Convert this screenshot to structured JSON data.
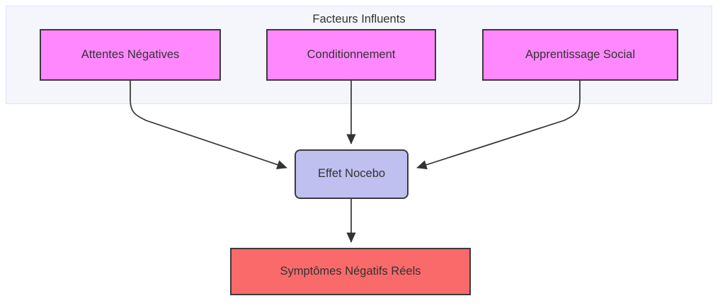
{
  "diagram": {
    "title_visible": false,
    "background": "#ffffff",
    "cluster": {
      "label": "Facteurs Influents",
      "fill": "#f4f6fb",
      "stroke": "#dfe5f6"
    },
    "nodes": [
      {
        "id": "attentes",
        "label": "Attentes Négatives",
        "shape": "rect",
        "fill": "#ff88ff",
        "stroke": "#3b3b3b",
        "text_color": "#333333",
        "group": "Facteurs Influents"
      },
      {
        "id": "conditionnement",
        "label": "Conditionnement",
        "shape": "rect",
        "fill": "#ff88ff",
        "stroke": "#3b3b3b",
        "text_color": "#333333",
        "group": "Facteurs Influents"
      },
      {
        "id": "apprentissage",
        "label": "Apprentissage Social",
        "shape": "rect",
        "fill": "#ff88ff",
        "stroke": "#3b3b3b",
        "text_color": "#333333",
        "group": "Facteurs Influents"
      },
      {
        "id": "effet_nocebo",
        "label": "Effet Nocebo",
        "shape": "rounded-rect",
        "fill": "#bfbff0",
        "stroke": "#3b3b3b",
        "text_color": "#333333",
        "group": null
      },
      {
        "id": "symptomes",
        "label": "Symptômes Négatifs Réels",
        "shape": "rect",
        "fill": "#fa6a6a",
        "stroke": "#3b3b3b",
        "text_color": "#333333",
        "group": null
      }
    ],
    "edges": [
      {
        "id": "e1",
        "from": "attentes",
        "to": "effet_nocebo",
        "label": "",
        "style": "curved-arrow",
        "stroke": "#333333"
      },
      {
        "id": "e2",
        "from": "conditionnement",
        "to": "effet_nocebo",
        "label": "",
        "style": "straight-arrow",
        "stroke": "#333333"
      },
      {
        "id": "e3",
        "from": "apprentissage",
        "to": "effet_nocebo",
        "label": "",
        "style": "curved-arrow",
        "stroke": "#333333"
      },
      {
        "id": "e4",
        "from": "effet_nocebo",
        "to": "symptomes",
        "label": "",
        "style": "straight-arrow",
        "stroke": "#333333"
      }
    ]
  }
}
